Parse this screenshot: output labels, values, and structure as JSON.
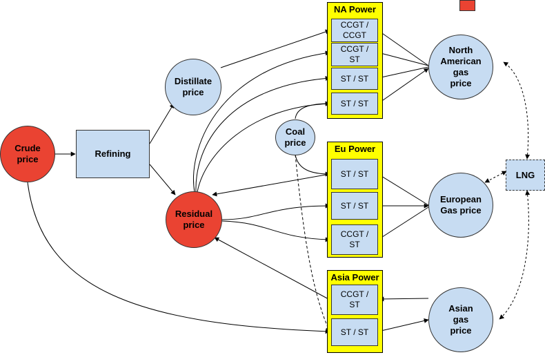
{
  "nodes": {
    "crude": "Crude\nprice",
    "refining": "Refining",
    "distillate": "Distillate\nprice",
    "residual": "Residual\nprice",
    "coal": "Coal\nprice",
    "na_gas": "North\nAmerican\ngas\nprice",
    "eu_gas": "European\nGas price",
    "asian_gas": "Asian\ngas\nprice",
    "lng": "LNG"
  },
  "panels": {
    "na": {
      "title": "NA Power",
      "units": [
        "CCGT /\nCCGT",
        "CCGT /\nST",
        "ST / ST",
        "ST / ST"
      ]
    },
    "eu": {
      "title": "Eu Power",
      "units": [
        "ST / ST",
        "ST / ST",
        "CCGT /\nST"
      ]
    },
    "asia": {
      "title": "Asia Power",
      "units": [
        "CCGT /\nST",
        "ST / ST"
      ]
    }
  },
  "colors": {
    "price_node": "#ea4332",
    "input_node": "#c7dcf2",
    "power_panel": "#ffff00"
  }
}
